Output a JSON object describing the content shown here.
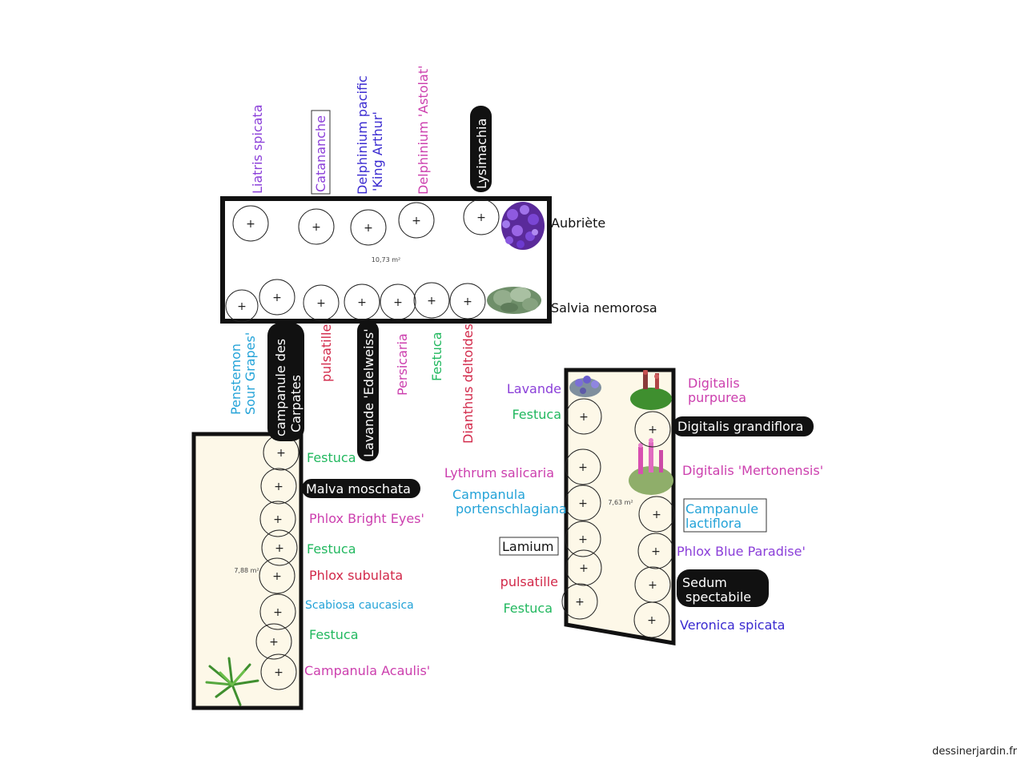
{
  "credit": "dessinerjardin.fr",
  "colors": {
    "purple": "#8b3fd9",
    "violet": "#6a2fd0",
    "indigo": "#3a2ad0",
    "magenta": "#cc3fae",
    "crimson": "#d2294a",
    "green": "#22b85f",
    "cyan": "#24a3d8",
    "black": "#111111",
    "white": "#ffffff",
    "bed": "#fdf8e8"
  },
  "areas": {
    "top": "10,73 m²",
    "left": "7,88 m²",
    "right": "7,63 m²"
  },
  "labels": {
    "liatris": "Liatris spicata",
    "catananche": "Catananche",
    "delph1a": "Delphinium pacific",
    "delph1b": "'King Arthur'",
    "delph2": "Delphinium  'Astolat'",
    "lysimachia": "Lysimachia",
    "aubriete": "Aubriète",
    "salvia": "Salvia nemorosa",
    "penstemon_a": "Penstemon",
    "penstemon_b": "Sour Grapes'",
    "campanule_carp_a": "campanule des",
    "campanule_carp_b": "Carpates",
    "pulsatille_top": "pulsatille",
    "lavande_edel": "Lavande 'Edelweiss'",
    "persicaria": "Persicaria",
    "festuca_top": "Festuca",
    "dianthus": "Dianthus deltoides",
    "l_festuca1": "Festuca",
    "l_malva": "Malva moschata",
    "l_phlox_be": "Phlox Bright Eyes'",
    "l_festuca2": "Festuca",
    "l_phlox_sub": "Phlox subulata",
    "l_scabiosa": "Scabiosa caucasica",
    "l_festuca3": "Festuca",
    "l_campanula_ac": "Campanula Acaulis'",
    "r_lavande": "Lavande",
    "r_festuca1": "Festuca",
    "r_lythrum": "Lythrum salicaria",
    "r_camp_port_a": "Campanula",
    "r_camp_port_b": "portenschlagiana",
    "r_lamium": "Lamium",
    "r_pulsatille": "pulsatille",
    "r_festuca2": "Festuca",
    "r_digitalis_p_a": "Digitalis",
    "r_digitalis_p_b": "purpurea",
    "r_digitalis_g": "Digitalis grandiflora",
    "r_digitalis_m": "Digitalis 'Mertonensis'",
    "r_camp_lact_a": "Campanule",
    "r_camp_lact_b": "lactiflora",
    "r_phlox_bp": "Phlox Blue Paradise'",
    "r_sedum_a": "Sedum",
    "r_sedum_b": "spectabile",
    "r_veronica": "Veronica spicata"
  }
}
